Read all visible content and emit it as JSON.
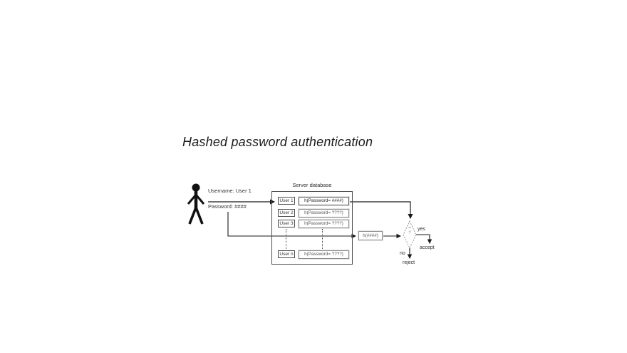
{
  "title": "Hashed password authentication",
  "client": {
    "username": "Username: User 1",
    "password": "Password: ####"
  },
  "hash_input_box": "h(####)",
  "database": {
    "label": "Server database",
    "rows": [
      {
        "user": "User 1",
        "hash": "h(Password= ####)"
      },
      {
        "user": "User 2",
        "hash": "h(Password= ????)"
      },
      {
        "user": "User 3",
        "hash": "h(Password= ????)"
      },
      {
        "user": "User n",
        "hash": "h(Password= ????)"
      }
    ]
  },
  "decision": {
    "eq": "=",
    "q": "?",
    "yes": "yes",
    "no": "no",
    "accept": "accept",
    "reject": "reject"
  },
  "icons": {
    "person": "stick-figure-icon"
  },
  "colors": {
    "line": "#1a1a1a",
    "text_dark": "#2b2b2b",
    "text_gray": "#555555",
    "box_border": "#8a8a8a"
  }
}
